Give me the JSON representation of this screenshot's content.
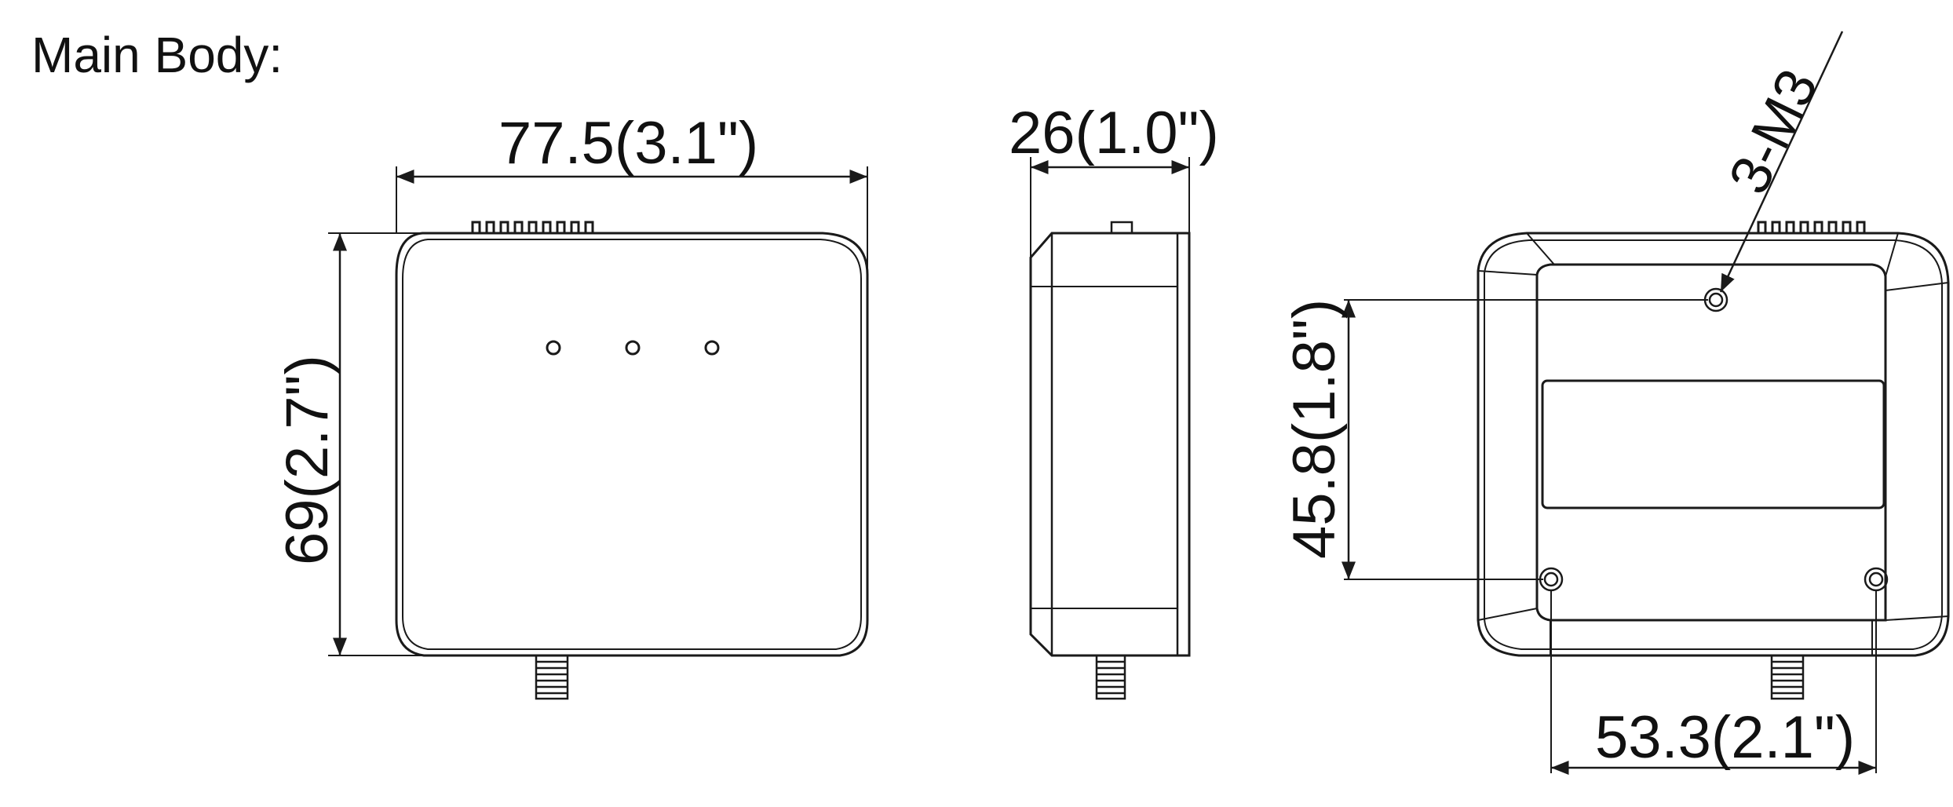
{
  "heading": "Main Body:",
  "dimensions": {
    "front_width": "77.5(3.1\")",
    "front_height": "69(2.7\")",
    "side_depth": "26(1.0\")",
    "back_hole_vertical": "45.8(1.8\")",
    "back_hole_horizontal": "53.3(2.1\")",
    "screw_callout": "3-M3"
  },
  "colors": {
    "line": "#1a1a1a",
    "background": "#ffffff"
  }
}
